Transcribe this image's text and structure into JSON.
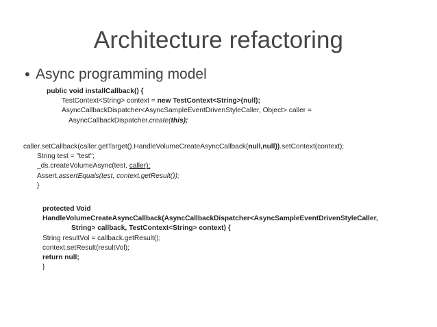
{
  "slide": {
    "title": "Architecture refactoring",
    "bullet": {
      "marker": "•",
      "text": "Async programming model"
    }
  },
  "code_blocks": [
    {
      "id": "code-block-1",
      "lines": [
        {
          "indent": 0,
          "runs": [
            {
              "text": "public void installCallback() {",
              "style": "bold"
            }
          ]
        },
        {
          "indent": 1,
          "runs": [
            {
              "text": "TestContext<String> context = ",
              "style": "normal"
            },
            {
              "text": "new TestContext<String>(null);",
              "style": "bold"
            }
          ]
        },
        {
          "indent": 1,
          "runs": [
            {
              "text": "AsyncCallbackDispatcher<AsyncSampleEventDrivenStyleCaller, Object> caller =",
              "style": "normal"
            }
          ]
        },
        {
          "indent": 2,
          "runs": [
            {
              "text": "AsyncCallbackDispatcher.",
              "style": "normal"
            },
            {
              "text": "create(",
              "style": "italic"
            },
            {
              "text": "this);",
              "style": "bold-italic"
            }
          ]
        }
      ]
    },
    {
      "id": "code-block-2",
      "lines": [
        {
          "indent": 0,
          "runs": [
            {
              "text": "caller.setCallback(caller.getTarget().HandleVolumeCreateAsyncCallback(",
              "style": "normal"
            },
            {
              "text": "null,null))",
              "style": "bold"
            },
            {
              "text": ".setContext(context);",
              "style": "normal"
            }
          ]
        },
        {
          "indent": 3,
          "runs": [
            {
              "text": "String test = \"test\";",
              "style": "normal"
            }
          ]
        },
        {
          "indent": 3,
          "runs": [
            {
              "text": "_ds.createVolumeAsync(test, ",
              "style": "normal"
            },
            {
              "text": "caller);",
              "style": "underline"
            }
          ]
        },
        {
          "indent": 3,
          "runs": [
            {
              "text": "Assert.",
              "style": "normal"
            },
            {
              "text": "assertEquals(test, context.getResult());",
              "style": "italic"
            }
          ]
        },
        {
          "indent": 3,
          "runs": [
            {
              "text": "}",
              "style": "normal"
            }
          ]
        }
      ]
    },
    {
      "id": "code-block-3",
      "lines": [
        {
          "indent": 0,
          "runs": [
            {
              "text": "protected Void",
              "style": "bold"
            }
          ]
        },
        {
          "indent": 0,
          "runs": [
            {
              "text": "HandleVolumeCreateAsyncCallback(AsyncCallbackDispatcher<AsyncSampleEventDrivenStyleCaller,",
              "style": "bold"
            }
          ]
        },
        {
          "indent": 4,
          "runs": [
            {
              "text": "String> callback, TestContext<String> context) {",
              "style": "bold"
            }
          ]
        },
        {
          "indent": 0,
          "runs": [
            {
              "text": "String resultVol = callback.getResult();",
              "style": "normal"
            }
          ]
        },
        {
          "indent": 0,
          "runs": [
            {
              "text": "context.setResult(resultVol);",
              "style": "normal"
            }
          ]
        },
        {
          "indent": 0,
          "runs": [
            {
              "text": "return null;",
              "style": "bold"
            }
          ]
        },
        {
          "indent": 0,
          "runs": [
            {
              "text": "}",
              "style": "normal"
            }
          ]
        }
      ]
    }
  ],
  "colors": {
    "background": "#ffffff",
    "title_text": "#464646",
    "bullet_text": "#3f3f3f",
    "code_text": "#231f20"
  }
}
